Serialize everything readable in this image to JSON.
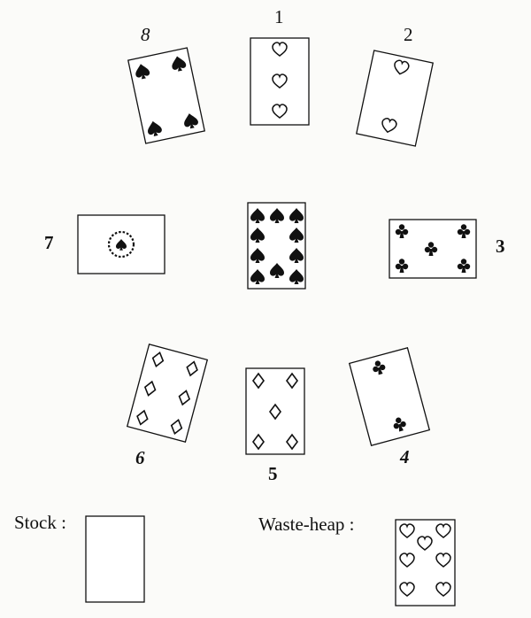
{
  "position_labels": {
    "p1": "1",
    "p2": "2",
    "p3": "3",
    "p4": "4",
    "p5": "5",
    "p6": "6",
    "p7": "7",
    "p8": "8"
  },
  "captions": {
    "stock": "Stock :",
    "waste": "Waste-heap :"
  },
  "cards": [
    {
      "position": "1",
      "suit": "hearts",
      "rank": "3"
    },
    {
      "position": "2",
      "suit": "hearts",
      "rank": "2"
    },
    {
      "position": "3",
      "suit": "clubs",
      "rank": "5"
    },
    {
      "position": "4",
      "suit": "clubs",
      "rank": "2"
    },
    {
      "position": "5",
      "suit": "diamonds",
      "rank": "5"
    },
    {
      "position": "6",
      "suit": "diamonds",
      "rank": "6"
    },
    {
      "position": "7",
      "suit": "spades",
      "rank": "ace"
    },
    {
      "position": "8",
      "suit": "spades",
      "rank": "4"
    },
    {
      "position": "center",
      "suit": "spades",
      "rank": "10"
    },
    {
      "position": "stock",
      "suit": "",
      "rank": "face-down"
    },
    {
      "position": "waste-heap",
      "suit": "hearts",
      "rank": "7"
    }
  ],
  "colors": {
    "ink": "#111111",
    "paper": "#fbfbf9"
  }
}
